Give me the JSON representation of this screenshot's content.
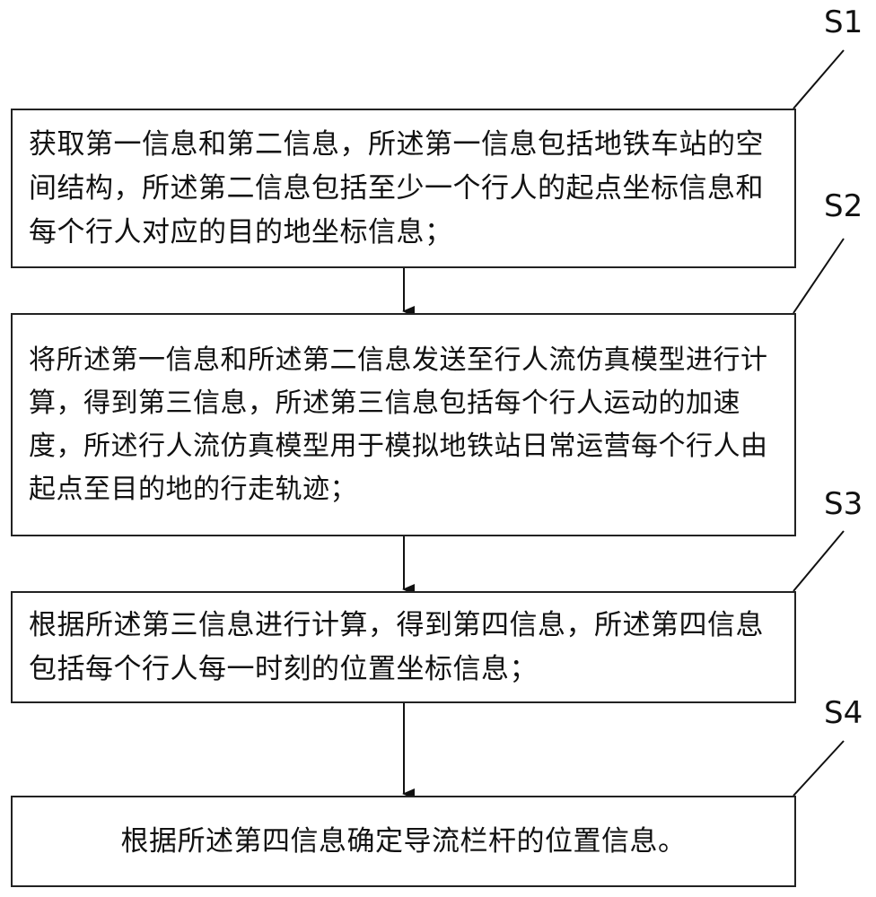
{
  "steps": [
    {
      "label": "S1",
      "text": "获取第一信息和第二信息，所述第一信息包括地铁车站的空间结构，所述第二信息包括至少一个行人的起点坐标信息和每个行人对应的目的地坐标信息；"
    },
    {
      "label": "S2",
      "text": "将所述第一信息和所述第二信息发送至行人流仿真模型进行计算，得到第三信息，所述第三信息包括每个行人运动的加速度，所述行人流仿真模型用于模拟地铁站日常运营每个行人由起点至目的地的行走轨迹；"
    },
    {
      "label": "S3",
      "text": "根据所述第三信息进行计算，得到第四信息，所述第四信息包括每个行人每一时刻的位置坐标信息；"
    },
    {
      "label": "S4",
      "text": "根据所述第四信息确定导流栏杆的位置信息。"
    }
  ]
}
